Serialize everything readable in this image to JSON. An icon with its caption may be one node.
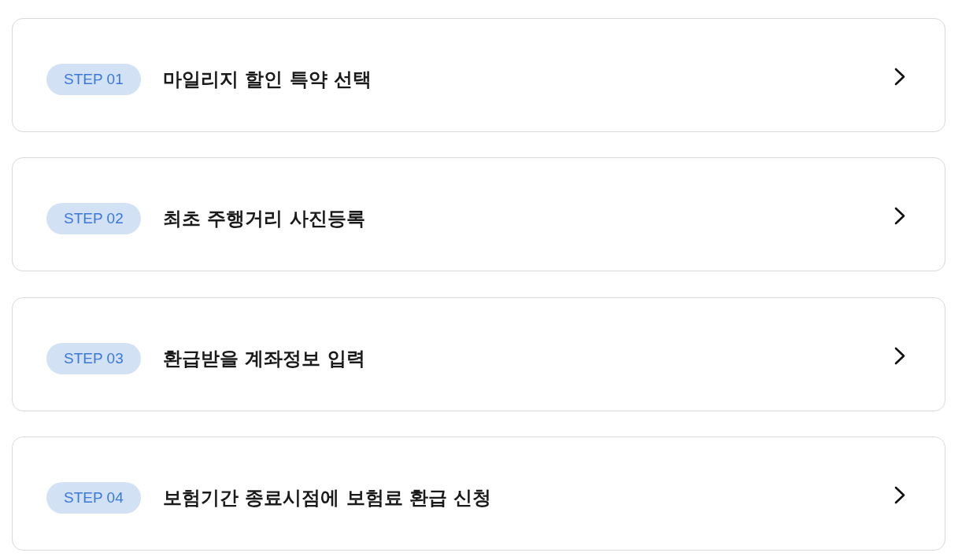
{
  "diagram": {
    "nodes": [
      {
        "text": [
          "마일리지 할인 특약 선택"
        ]
      },
      {
        "text": [
          "STEP 01"
        ],
        "in": 0
      },
      {
        "text": [
          "최초 주행거리 사진등록"
        ]
      },
      {
        "text": [
          "STEP 02"
        ],
        "in": 2
      },
      {
        "text": [
          "환급받을 계좌정보 입력"
        ]
      },
      {
        "text": [
          "STEP 03"
        ],
        "in": 4
      },
      {
        "text": [
          "보험기간 종료시점에 보험료 환급 신청"
        ]
      },
      {
        "text": [
          "STEP 04"
        ],
        "in": 6
      }
    ]
  }
}
